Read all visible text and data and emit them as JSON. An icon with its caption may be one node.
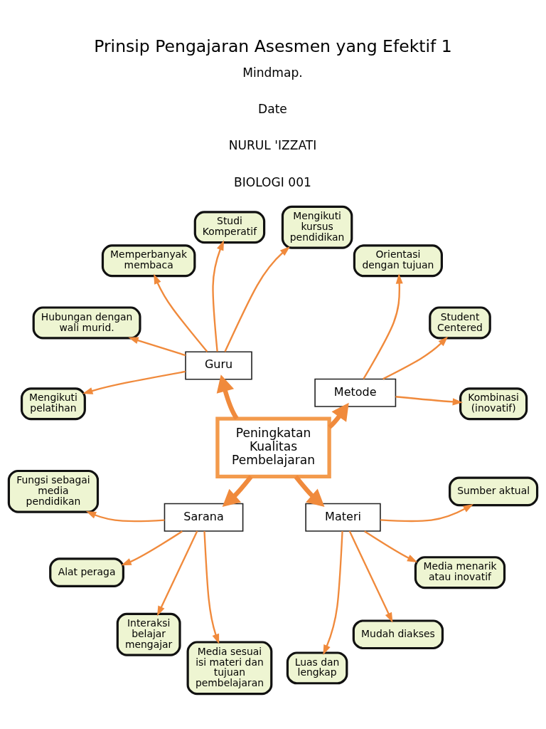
{
  "diagram": {
    "title": "Prinsip Pengajaran Asesmen yang Efektif 1",
    "nodes": [
      {
        "text": [
          "Peningkatan Kualitas Pembelajaran"
        ]
      },
      {
        "text": [
          "Guru"
        ]
      },
      {
        "text": [
          "Memperbanyak membaca"
        ]
      },
      {
        "text": [
          "Studi Komperatif"
        ]
      },
      {
        "text": [
          "Hubungan dengan wali murid."
        ]
      },
      {
        "text": [
          "Mengikuti kursus pendidikan"
        ]
      },
      {
        "text": [
          "Mengikuti pelatihan"
        ]
      },
      {
        "text": [
          "Metode"
        ]
      },
      {
        "text": [
          "Orientasi dengan tujuan"
        ]
      },
      {
        "text": [
          "Student Centered"
        ]
      },
      {
        "text": [
          "Kombinasi (inovatif)"
        ]
      },
      {
        "text": [
          "Fungsi sebagai media pendidikan"
        ]
      },
      {
        "text": [
          "Alat peraga"
        ]
      },
      {
        "text": [
          "Sarana"
        ]
      },
      {
        "text": [
          "Media sesuai isi materi dan tujuan pembelajaran"
        ]
      },
      {
        "text": [
          "Interaksi belajar mengajar"
        ]
      },
      {
        "text": [
          "Sumber aktual"
        ]
      },
      {
        "text": [
          "Media menarik atau inovatif"
        ]
      },
      {
        "text": [
          "Materi"
        ]
      },
      {
        "text": [
          "Luas dan lengkap"
        ]
      },
      {
        "text": [
          "Mudah diakses"
        ]
      }
    ],
    "edges": [
      {
        "from": 0,
        "to": 1,
        "arrow": "to",
        "style": "thick"
      },
      {
        "from": 0,
        "to": 7,
        "arrow": "to",
        "style": "thick"
      },
      {
        "from": 0,
        "to": 13,
        "arrow": "to",
        "style": "thick"
      },
      {
        "from": 0,
        "to": 18,
        "arrow": "to",
        "style": "thick"
      },
      {
        "from": 1,
        "to": 2,
        "arrow": "to"
      },
      {
        "from": 1,
        "to": 3,
        "arrow": "to"
      },
      {
        "from": 1,
        "to": 4,
        "arrow": "to"
      },
      {
        "from": 1,
        "to": 5,
        "arrow": "to"
      },
      {
        "from": 1,
        "to": 6,
        "arrow": "to"
      },
      {
        "from": 7,
        "to": 8,
        "arrow": "to"
      },
      {
        "from": 7,
        "to": 9,
        "arrow": "to"
      },
      {
        "from": 7,
        "to": 10,
        "arrow": "to"
      },
      {
        "from": 13,
        "to": 11,
        "arrow": "to"
      },
      {
        "from": 13,
        "to": 12,
        "arrow": "to"
      },
      {
        "from": 13,
        "to": 14,
        "arrow": "to"
      },
      {
        "from": 13,
        "to": 15,
        "arrow": "to"
      },
      {
        "from": 18,
        "to": 16,
        "arrow": "to"
      },
      {
        "from": 18,
        "to": 17,
        "arrow": "to"
      },
      {
        "from": 18,
        "to": 19,
        "arrow": "to"
      },
      {
        "from": 18,
        "to": 20,
        "arrow": "to"
      }
    ],
    "labels": [
      "Mindmap.",
      "Date",
      "NURUL 'IZZATI",
      "BIOLOGI 001"
    ]
  }
}
